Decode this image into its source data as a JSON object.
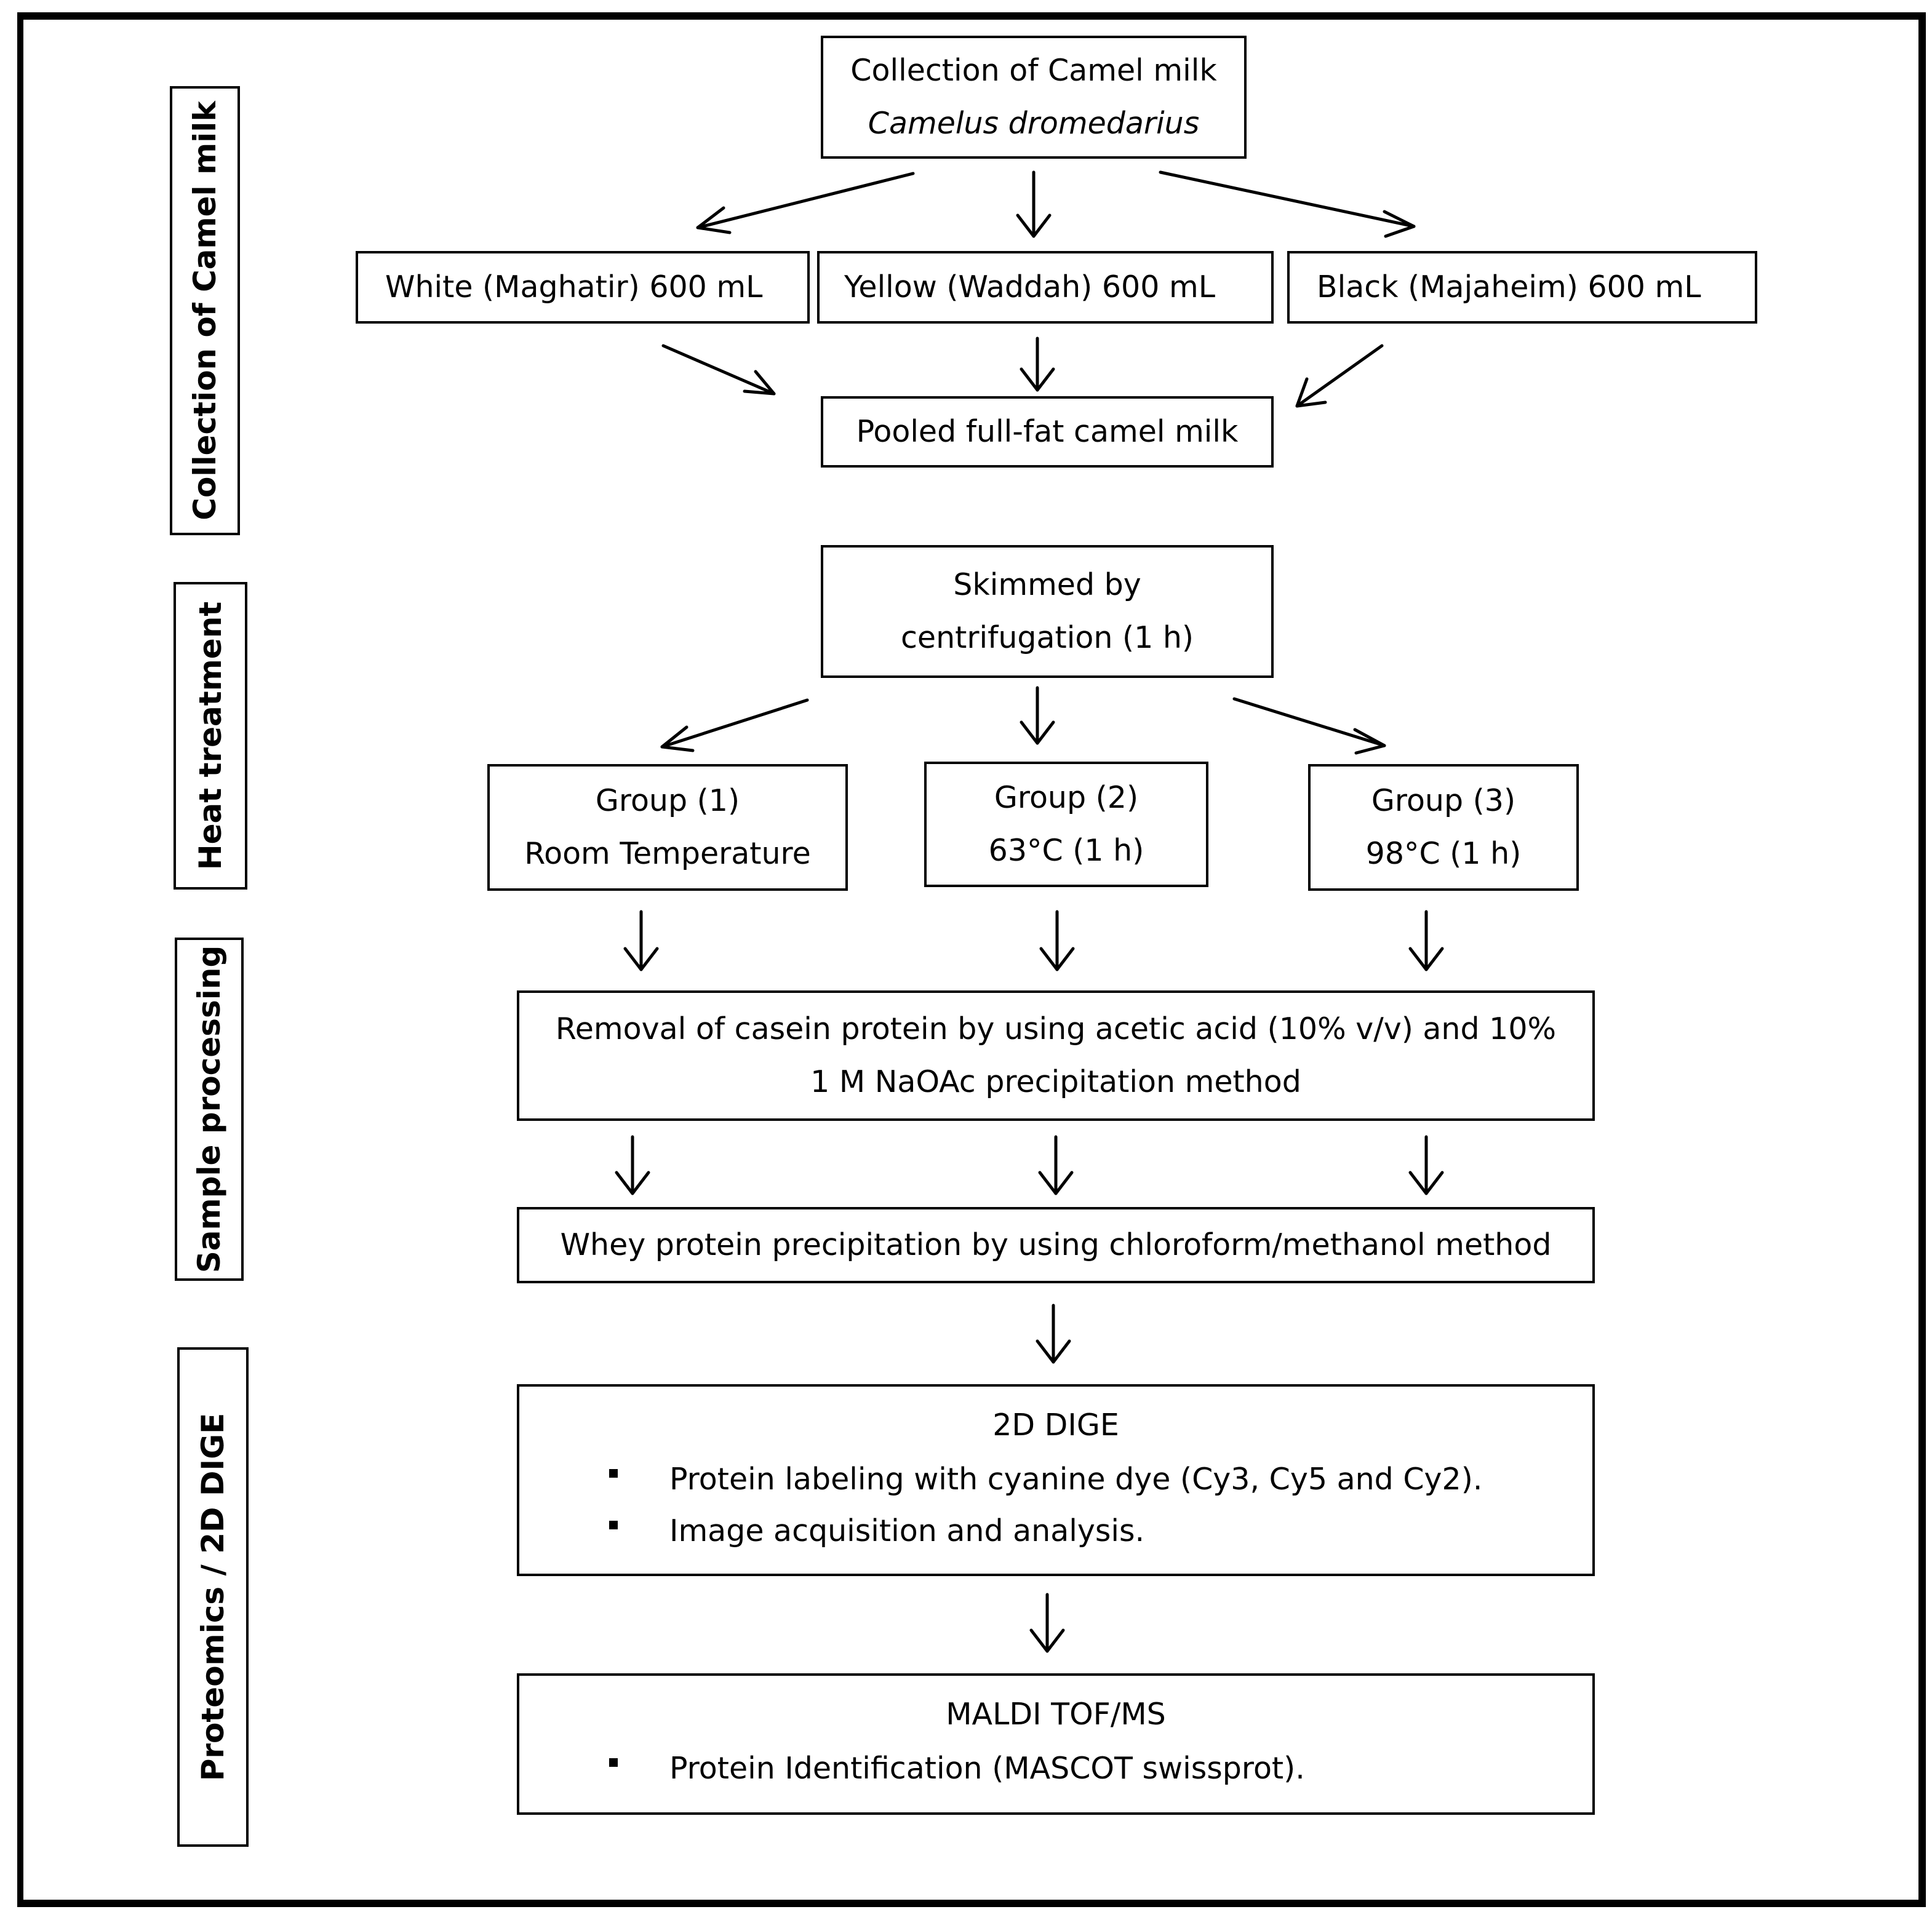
{
  "stages": [
    {
      "id": "collection",
      "label": "Collection of Camel milk"
    },
    {
      "id": "heat",
      "label": "Heat treatment"
    },
    {
      "id": "sample",
      "label": "Sample processing"
    },
    {
      "id": "proteomics",
      "label": "Proteomics / 2D DIGE"
    }
  ],
  "collection": {
    "title": "Collection of Camel milk",
    "species": "Camelus dromedarius",
    "breeds": [
      "White (Maghatir) 600 mL",
      "Yellow (Waddah) 600 mL",
      "Black (Majaheim) 600 mL"
    ],
    "pooled": "Pooled full-fat camel milk"
  },
  "heat": {
    "skimmed_line1": "Skimmed by",
    "skimmed_line2": "centrifugation (1 h)",
    "groups": [
      {
        "name": "Group (1)",
        "condition": "Room Temperature"
      },
      {
        "name": "Group (2)",
        "condition": "63°C (1 h)"
      },
      {
        "name": "Group (3)",
        "condition": "98°C (1 h)"
      }
    ]
  },
  "sample": {
    "casein_line1": "Removal of casein protein by using  acetic acid (10% v/v) and 10%",
    "casein_line2": "1 M NaOAc precipitation method",
    "whey": "Whey protein precipitation by using chloroform/methanol method"
  },
  "proteomics": {
    "dige_title": "2D DIGE",
    "dige_items": [
      "Protein labeling with cyanine dye (Cy3, Cy5 and  Cy2).",
      "Image acquisition and analysis."
    ],
    "maldi_title": "MALDI TOF/MS",
    "maldi_items": [
      "Protein Identification (MASCOT swissprot)."
    ]
  }
}
